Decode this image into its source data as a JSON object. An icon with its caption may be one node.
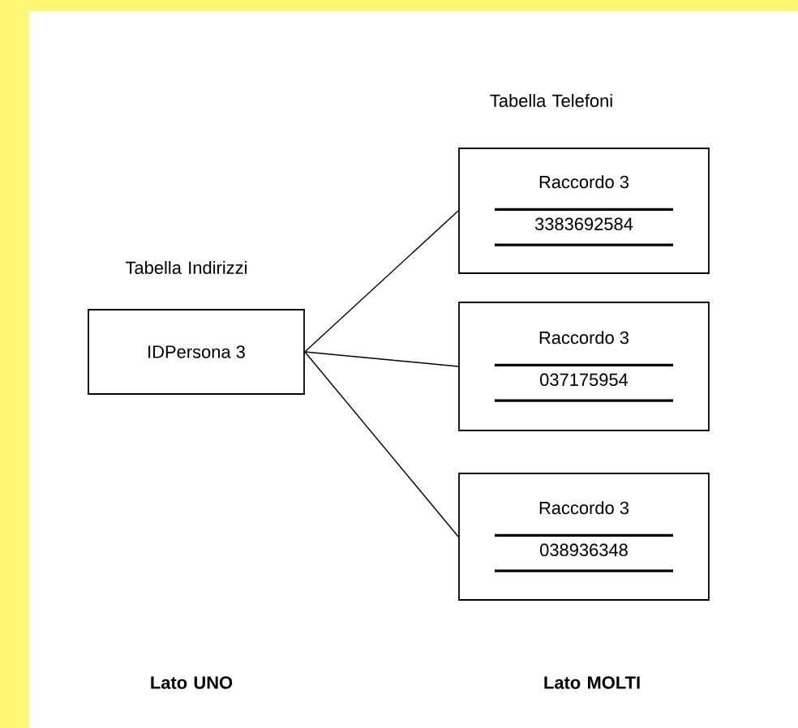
{
  "diagram": {
    "nodes": [
      {
        "text": [
          "IDPersona 3"
        ]
      },
      {
        "text": [
          "Raccordo 3",
          "3383692584"
        ]
      },
      {
        "text": [
          "Raccordo 3",
          "037175954"
        ]
      },
      {
        "text": [
          "Raccordo 3",
          "038936348"
        ]
      }
    ],
    "edges": [
      {
        "from": 0,
        "to": 1,
        "arrow": "none"
      },
      {
        "from": 0,
        "to": 2,
        "arrow": "none"
      },
      {
        "from": 0,
        "to": 3,
        "arrow": "none"
      }
    ],
    "labels": [
      "Tabella Telefoni",
      "Tabella Indirizzi",
      "Lato UNO",
      "Lato MOLTI"
    ]
  }
}
